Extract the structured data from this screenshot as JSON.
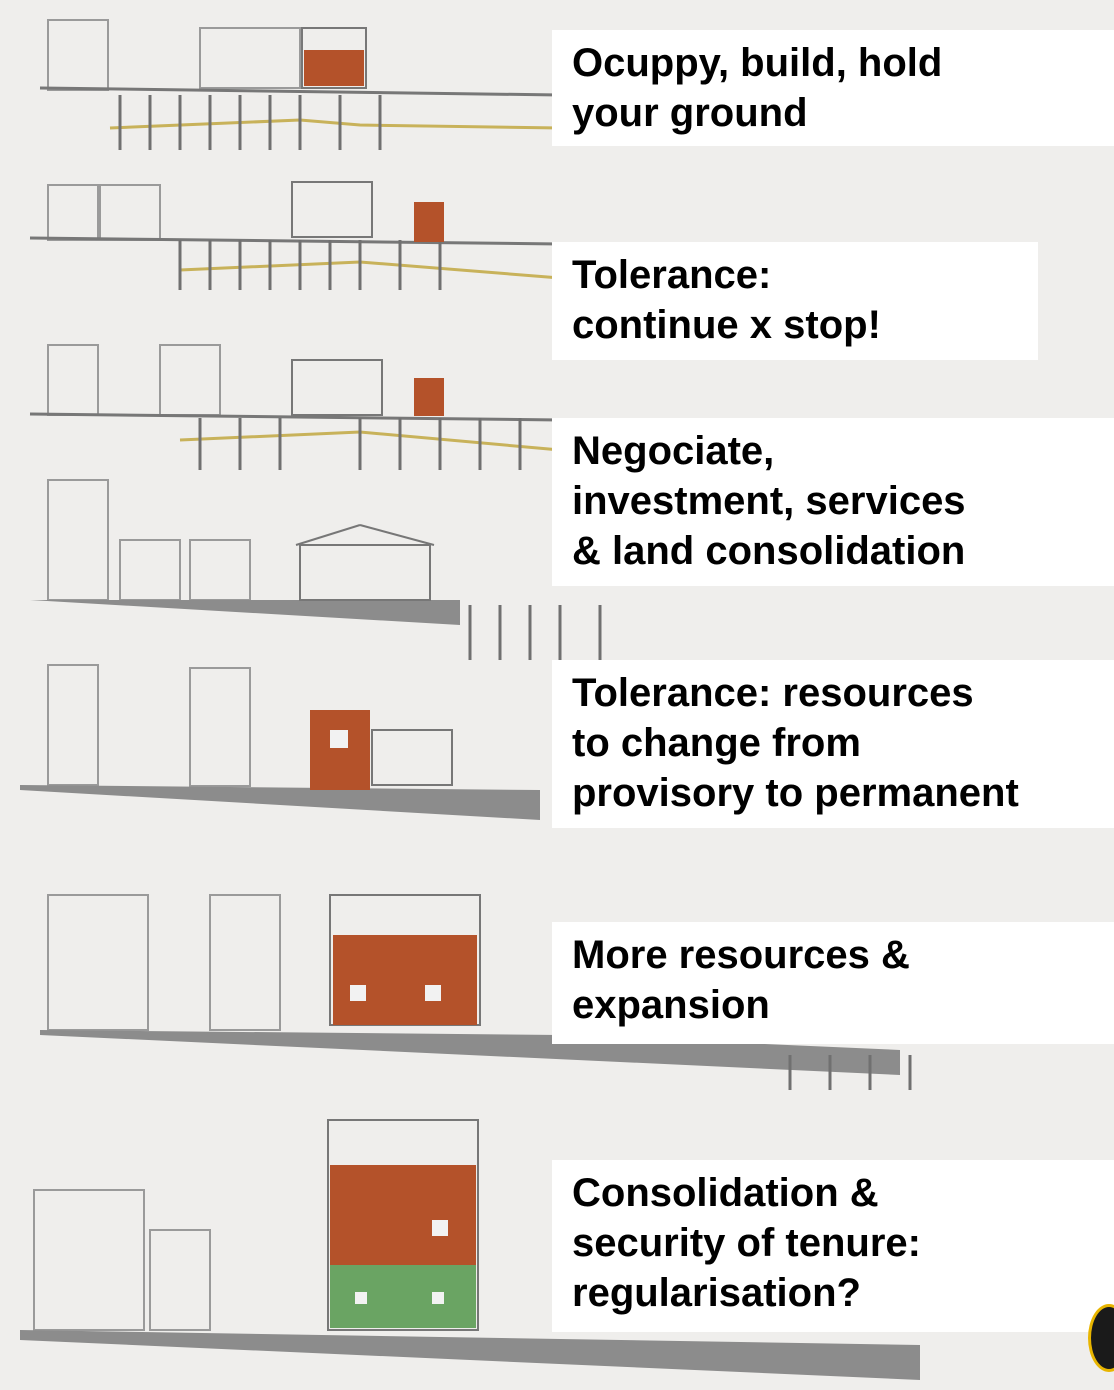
{
  "stages": [
    {
      "caption": "Ocuppy, build, hold\nyour ground"
    },
    {
      "caption": "Tolerance:\ncontinue x stop!"
    },
    {
      "caption": "Negociate,\ninvestment, services\n& land consolidation"
    },
    {
      "caption": "Tolerance: resources\nto change from\nprovisory to permanent"
    },
    {
      "caption": "More resources &\nexpansion"
    },
    {
      "caption": "Consolidation &\nsecurity of tenure:\nregularisation?"
    }
  ],
  "colors": {
    "brick": "#b4522a",
    "wall_green": "#6aa463",
    "ground": "#8c8c8c",
    "line": "#9a9a9a",
    "stilt": "#707070",
    "water": "#c8b25a"
  }
}
